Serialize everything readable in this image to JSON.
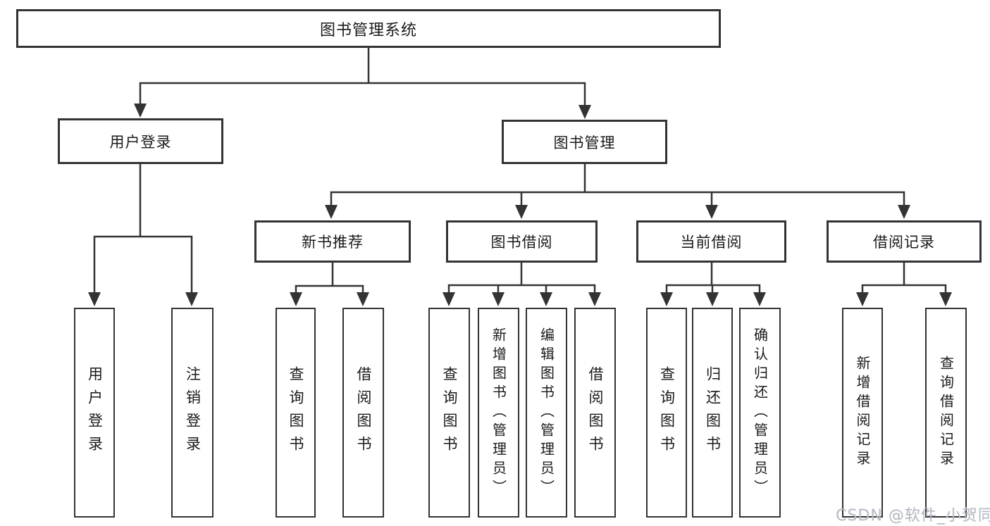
{
  "tree": {
    "label": "图书管理系统",
    "children": [
      {
        "label": "用户登录",
        "children": [
          {
            "label": "用户登录"
          },
          {
            "label": "注销登录"
          }
        ]
      },
      {
        "label": "图书管理",
        "children": [
          {
            "label": "新书推荐",
            "children": [
              {
                "label": "查询图书"
              },
              {
                "label": "借阅图书"
              }
            ]
          },
          {
            "label": "图书借阅",
            "children": [
              {
                "label": "查询图书"
              },
              {
                "label": "新增图书（管理员）"
              },
              {
                "label": "编辑图书（管理员）"
              },
              {
                "label": "借阅图书"
              }
            ]
          },
          {
            "label": "当前借阅",
            "children": [
              {
                "label": "查询图书"
              },
              {
                "label": "归还图书"
              },
              {
                "label": "确认归还（管理员）"
              }
            ]
          },
          {
            "label": "借阅记录",
            "children": [
              {
                "label": "新增借阅记录"
              },
              {
                "label": "查询借阅记录"
              }
            ]
          }
        ]
      }
    ]
  },
  "watermark": {
    "text": "CSDN @软件_小贺同学"
  },
  "colors": {
    "line": "#333333",
    "box_border": "#333333",
    "text": "#1a1a1a",
    "watermark": "#b9bdc4",
    "background": "#ffffff"
  }
}
